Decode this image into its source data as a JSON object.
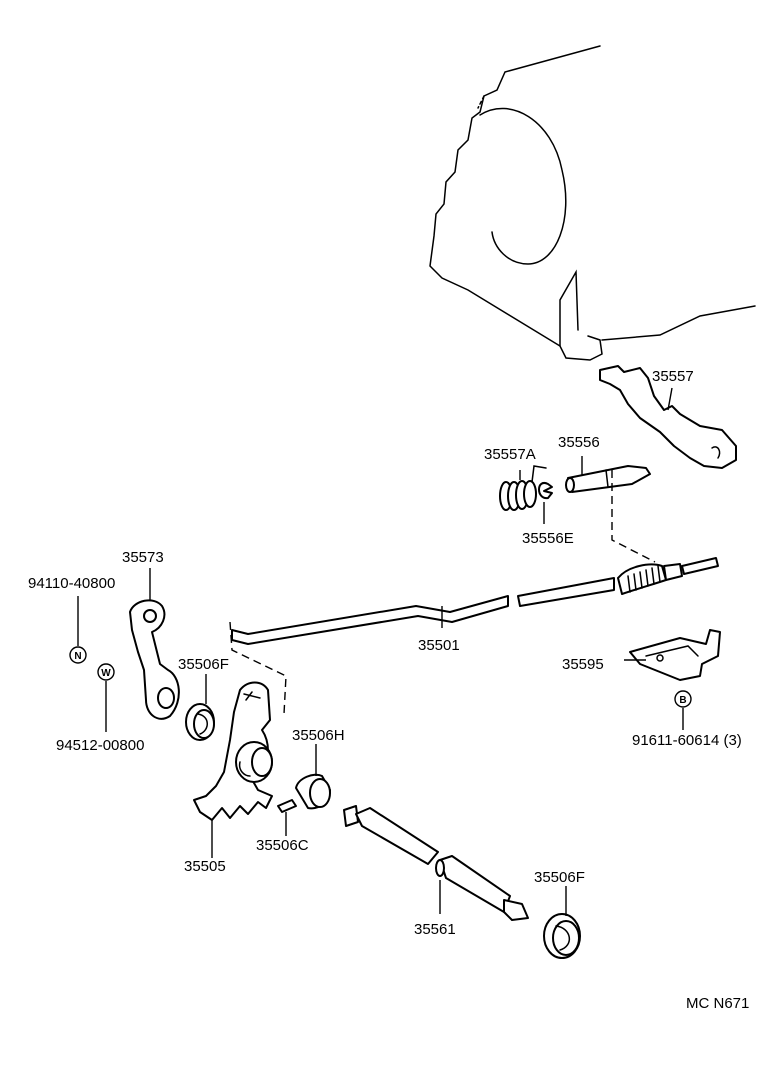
{
  "parts": {
    "p35557": "35557",
    "p35557A": "35557A",
    "p35556": "35556",
    "p35556E": "35556E",
    "p35573": "35573",
    "p94110": "94110-40800",
    "p35501": "35501",
    "p35506F_top": "35506F",
    "p35595": "35595",
    "p94512": "94512-00800",
    "p91611": "91611-60614 (3)",
    "p35506H": "35506H",
    "p35505": "35505",
    "p35506C": "35506C",
    "p35561": "35561",
    "p35506F_bottom": "35506F"
  },
  "symbols": {
    "nut": "N",
    "washer": "W",
    "bolt": "B"
  },
  "diagram_code": "MC N671"
}
